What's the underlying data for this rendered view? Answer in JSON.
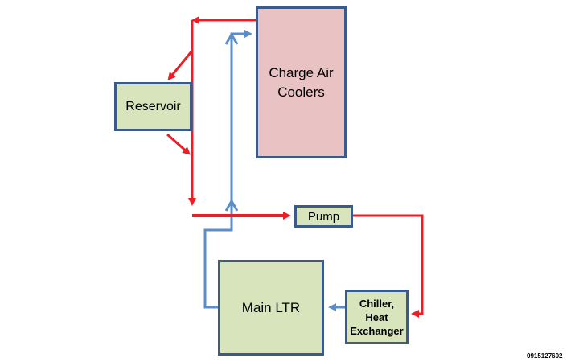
{
  "nodes": {
    "reservoir": "Reservoir",
    "charge_air_coolers": "Charge Air\nCoolers",
    "pump": "Pump",
    "main_ltr": "Main LTR",
    "chiller": "Chiller,\nHeat\nExchanger"
  },
  "colors": {
    "hot_line": "#ee1c25",
    "cold_line": "#5b8ec9",
    "box_border": "#3a5a8c",
    "green_fill": "#d8e4bc",
    "pink_fill": "#e9c3c4"
  },
  "doc_id": "0915127602"
}
